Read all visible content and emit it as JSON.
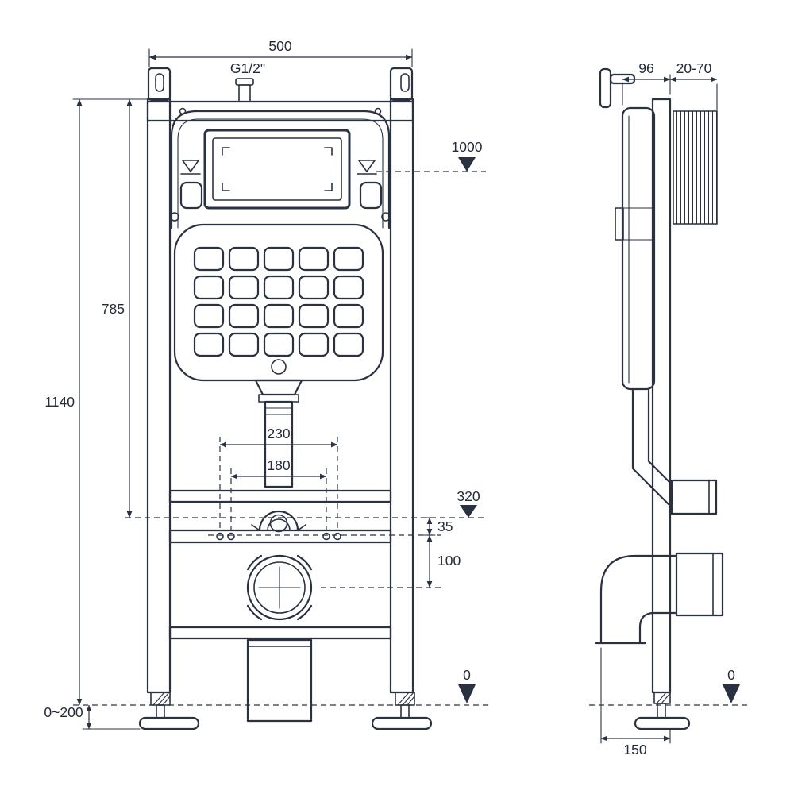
{
  "drawing": {
    "subject": "concealed-cistern-frame-installation-drawing",
    "background_color": "#ffffff",
    "line_color": "#2a3241",
    "front_view": {
      "labels": {
        "overall_width": "500",
        "water_inlet_thread": "G1/2\"",
        "level_1000": "1000",
        "dim_785": "785",
        "dim_1140": "1140",
        "fixing_spacing_230": "230",
        "fixing_spacing_180": "180",
        "level_320": "320",
        "dim_35": "35",
        "dim_100": "100",
        "level_0": "0",
        "foot_adjustment": "0~200"
      }
    },
    "side_view": {
      "labels": {
        "dim_96": "96",
        "wall_range": "20-70",
        "level_0": "0",
        "frame_depth_150": "150"
      }
    }
  }
}
